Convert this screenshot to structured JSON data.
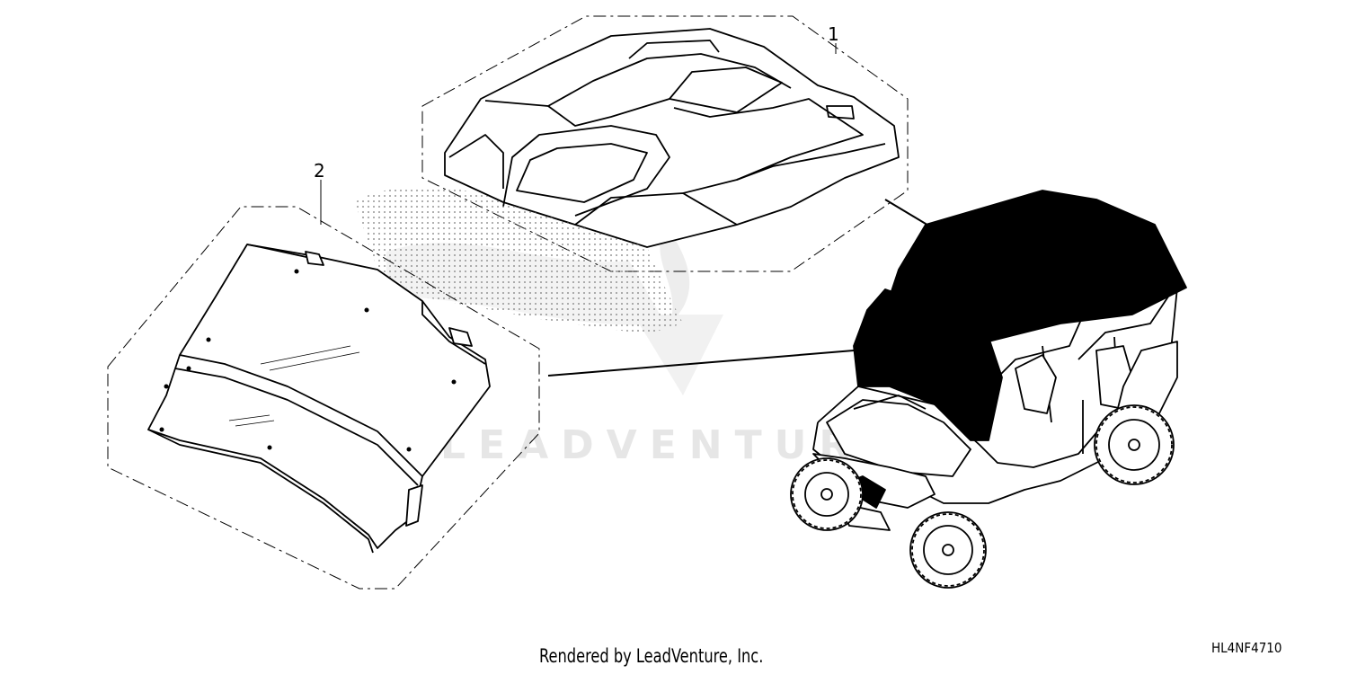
{
  "callouts": {
    "part_1": "1",
    "part_2": "2"
  },
  "watermark": {
    "text": "LEADVENTURE"
  },
  "footer": {
    "credit": "Rendered by LeadVenture, Inc.",
    "diagram_code": "HL4NF4710"
  },
  "colors": {
    "line": "#000000",
    "fill_dark": "#000000",
    "watermark": "#e6e6e6",
    "background": "#ffffff"
  }
}
